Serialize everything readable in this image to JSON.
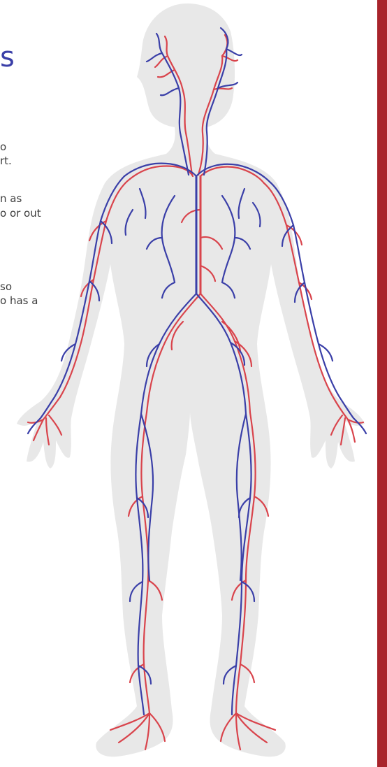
{
  "colors": {
    "background": "#ffffff",
    "silhouette": "#e8e8e8",
    "artery": "#d9444c",
    "vein": "#3a3fa8",
    "title": "#3a3fa8",
    "side_panel": "#a8242b"
  },
  "title_fragment": "s",
  "text_fragments": [
    "o",
    "rt.",
    "n as",
    "o or out",
    "so",
    "o has a"
  ]
}
